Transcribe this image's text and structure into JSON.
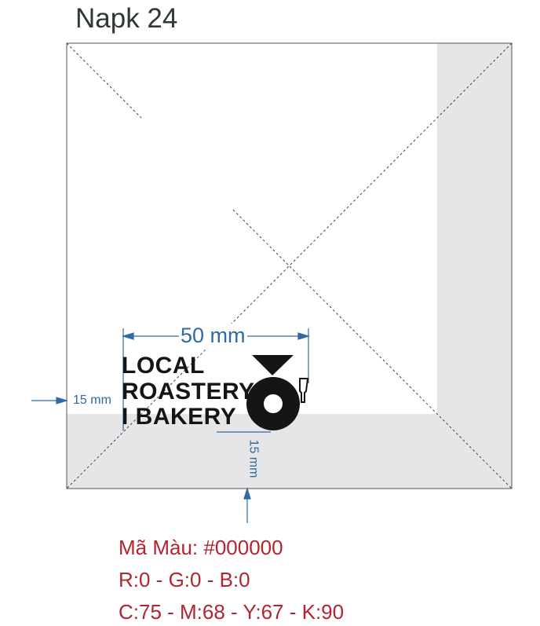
{
  "title": "Napk 24",
  "dimensions": {
    "width_label": "50 mm",
    "left_margin_label": "15 mm",
    "bottom_margin_label": "15 mm"
  },
  "logo": {
    "lines": [
      "LOCAL",
      "ROASTERY",
      "I BAKERY"
    ]
  },
  "color_info": {
    "hex_line": "Mã Màu: #000000",
    "rgb_line": "R:0 - G:0 - B:0",
    "cmyk_line": "C:75 - M:68 - Y:67 - K:90"
  },
  "colors": {
    "dimension": "#2f6aa3",
    "info_text": "#b22530",
    "fold_area": "#e6e6e8"
  }
}
